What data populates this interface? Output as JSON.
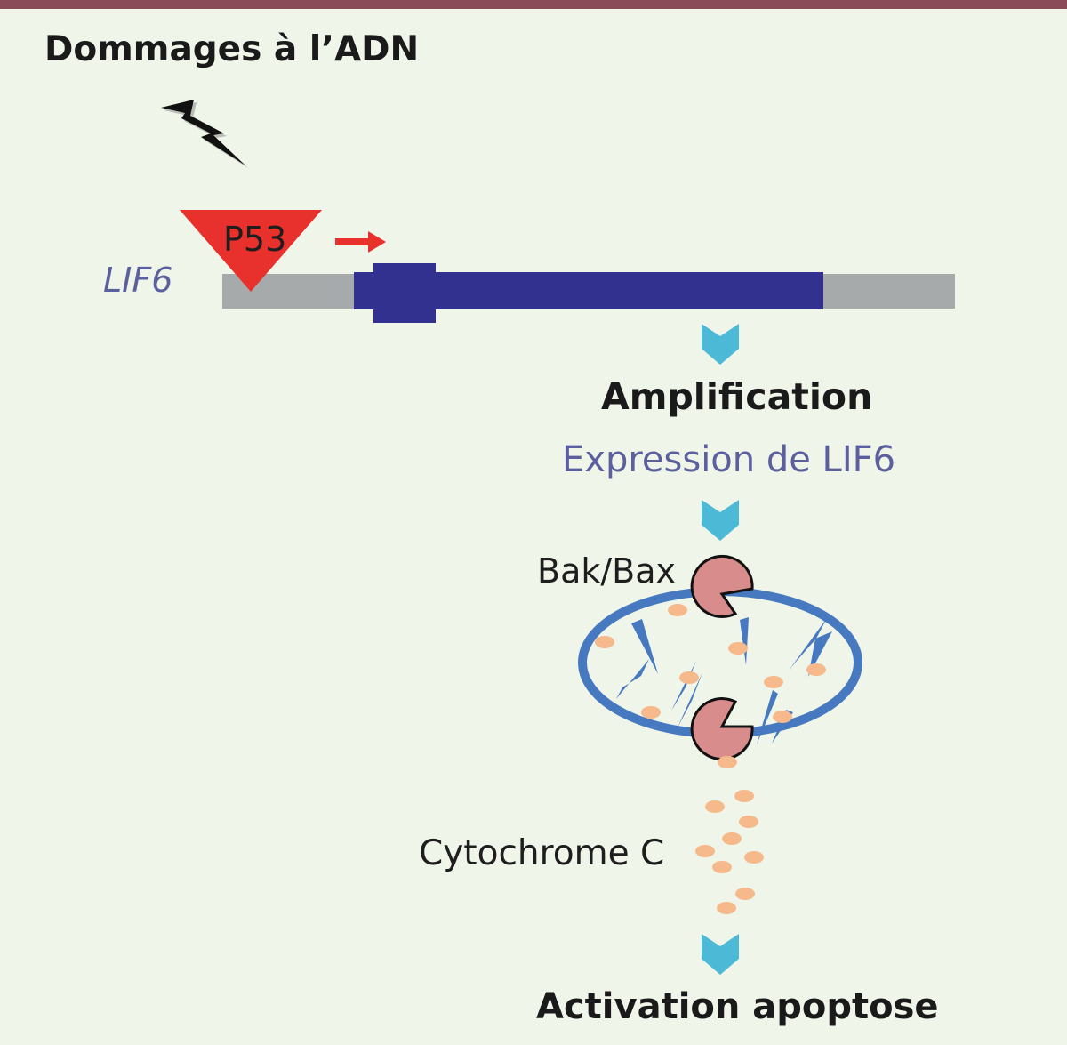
{
  "labels": {
    "dna_damage": "Dommages à l’ADN",
    "gene": "LIF6",
    "p53": "P53",
    "amplification": "Amplification",
    "expression": "Expression de LIF6",
    "bak_bax": "Bak/Bax",
    "cytochrome": "Cytochrome C",
    "apoptosis": "Activation apoptose"
  },
  "colors": {
    "frame_line": "#8b4a58",
    "background": "#f0f5ea",
    "p53_triangle": "#e8302c",
    "transcription_arrow": "#e8302c",
    "gene_body": "#33318f",
    "flanking_dna": "#a7aaab",
    "chevron": "#4cb9d6",
    "mitochondrion": "#4679c0",
    "bak_bax": "#d88c8c",
    "cytochrome_c": "#f6b98b",
    "label_blue": "#5b5f9e"
  },
  "icons": {
    "dna_damage": "lightning-bolt-icon",
    "flow_arrow": "chevron-down-icon",
    "transcription": "arrow-right-icon"
  }
}
